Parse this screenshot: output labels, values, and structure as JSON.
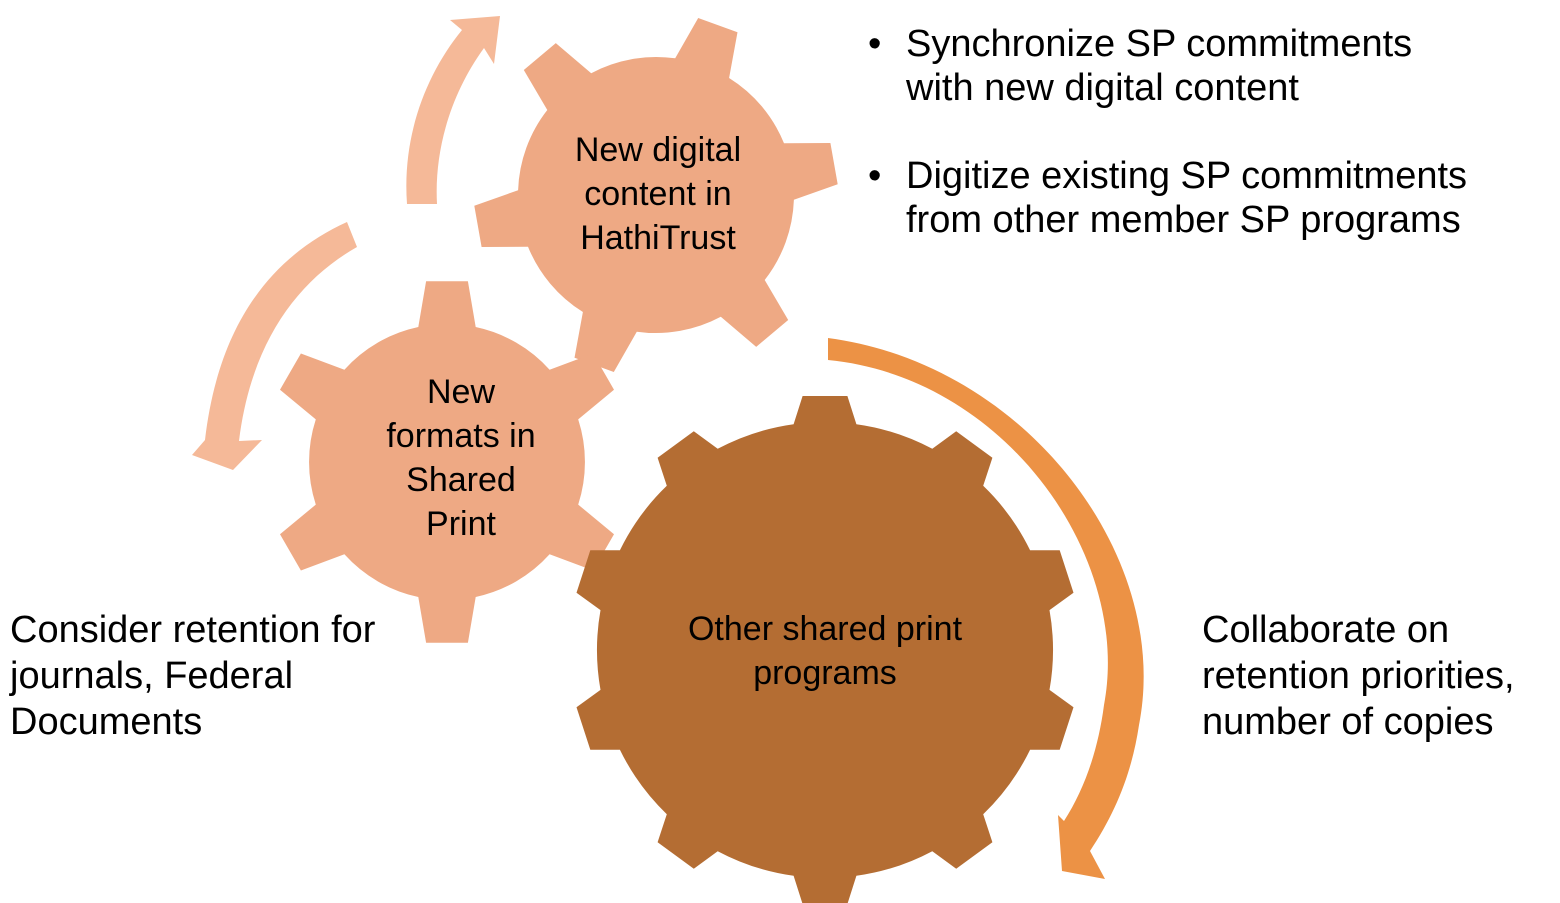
{
  "colors": {
    "gear_large": "#b46d33",
    "gear_small": "#eea984",
    "arrow_large": "#ec9245",
    "arrow_small": "#f5b998",
    "text": "#000000"
  },
  "gears": {
    "digital": {
      "lines": [
        "New digital",
        "content in",
        "HathiTrust"
      ]
    },
    "formats": {
      "lines": [
        "New",
        "formats in",
        "Shared",
        "Print"
      ]
    },
    "other": {
      "lines": [
        "Other shared print",
        "programs"
      ]
    }
  },
  "bullets": [
    {
      "lines": [
        "Synchronize SP commitments",
        "with new digital content"
      ]
    },
    {
      "lines": [
        "Digitize existing SP commitments",
        "from other member SP programs"
      ]
    }
  ],
  "left_note": {
    "lines": [
      "Consider retention for",
      "journals, Federal",
      "Documents"
    ]
  },
  "right_note": {
    "lines": [
      "Collaborate on",
      "retention priorities,",
      "number of copies"
    ]
  }
}
